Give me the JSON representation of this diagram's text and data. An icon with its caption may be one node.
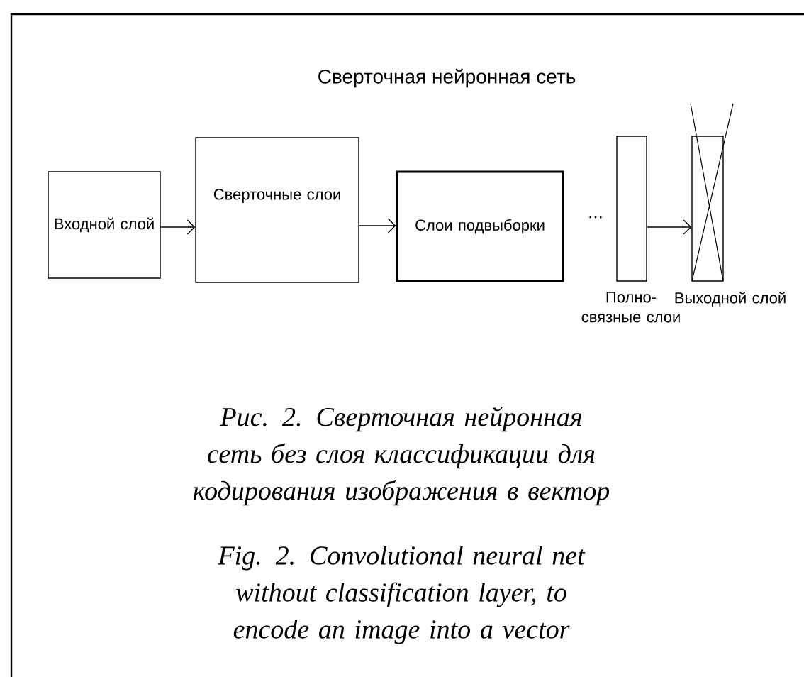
{
  "diagram": {
    "title": "Сверточная нейронная сеть",
    "nodes": [
      {
        "text": [
          "Входной слой"
        ]
      },
      {
        "text": [
          "Сверточные слои"
        ]
      },
      {
        "text": [
          "Слои подвыборки"
        ]
      },
      {
        "text": [
          "Полно- связные слои"
        ]
      },
      {
        "text": [
          "Выходной слой"
        ]
      }
    ],
    "edges": [
      {
        "from": 0,
        "to": 1,
        "arrow": "to"
      },
      {
        "from": 1,
        "to": 2,
        "arrow": "to"
      },
      {
        "from": 3,
        "to": 4,
        "arrow": "to"
      }
    ],
    "labels": [
      "...",
      "Fig. 2. Convolutional neural net without classification layer, to encode an image into a vector"
    ],
    "caption": "Рис. 2. Сверточная нейронная сеть без слоя классификации для кодирования изображения в вектор"
  }
}
